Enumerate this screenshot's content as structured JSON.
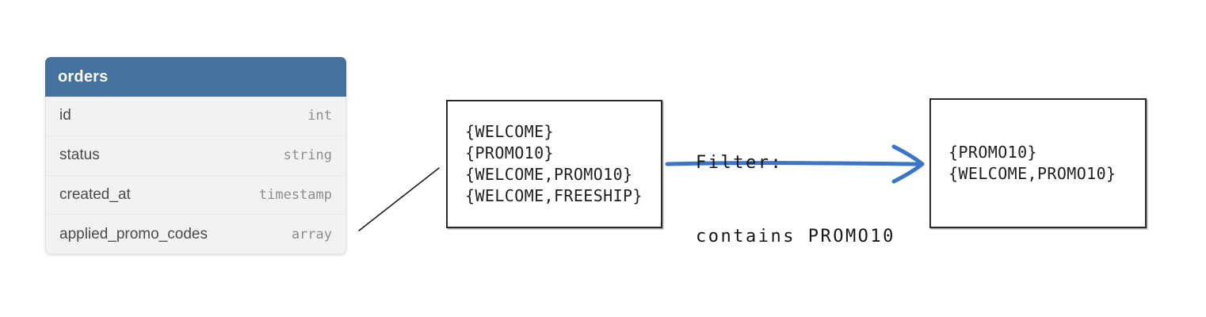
{
  "table": {
    "title": "orders",
    "fields": [
      {
        "name": "id",
        "type": "int"
      },
      {
        "name": "status",
        "type": "string"
      },
      {
        "name": "created_at",
        "type": "timestamp"
      },
      {
        "name": "applied_promo_codes",
        "type": "array"
      }
    ]
  },
  "source_box": {
    "lines": [
      "{WELCOME}",
      "{PROMO10}",
      "{WELCOME,PROMO10}",
      "{WELCOME,FREESHIP}"
    ]
  },
  "filter": {
    "line1": "Filter:",
    "line2": "contains PROMO10"
  },
  "result_box": {
    "lines": [
      "{PROMO10}",
      "{WELCOME,PROMO10}"
    ]
  },
  "colors": {
    "table_header": "#44719E",
    "arrow": "#3C74C8",
    "table_body_bg": "#F2F2F2"
  }
}
